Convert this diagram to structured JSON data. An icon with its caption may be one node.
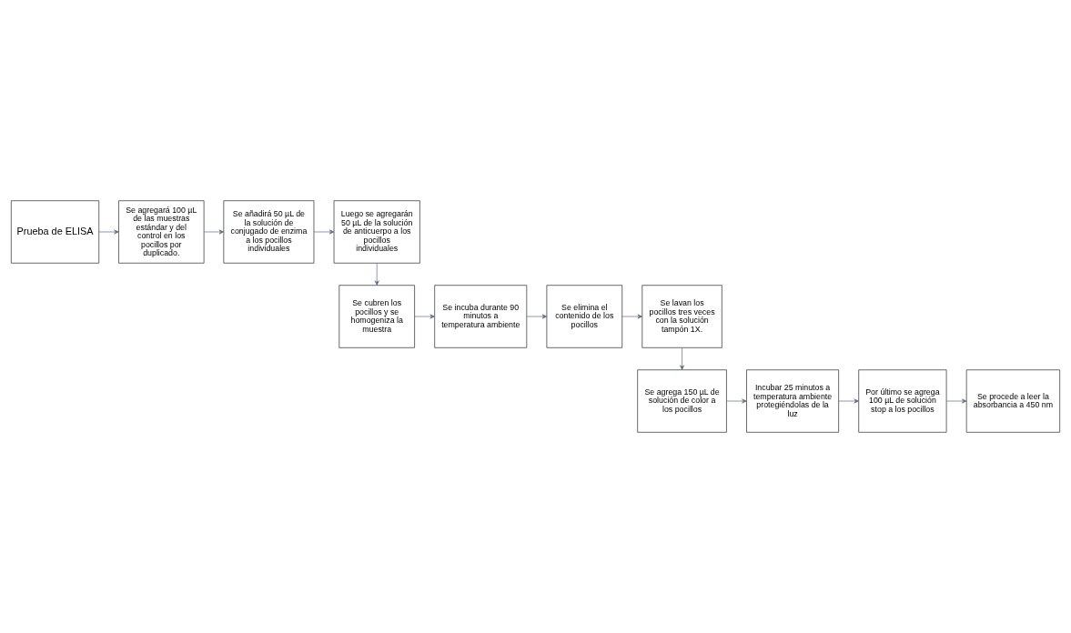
{
  "diagram": {
    "nodes": [
      {
        "text": [
          "Prueba de ELISA"
        ]
      },
      {
        "text": [
          "Se agregará 100 µL de las muestras estándar y del control en los pocillos por duplicado."
        ]
      },
      {
        "text": [
          "Se añadirá 50 µL de la solución de conjugado de enzima a los pocillos individuales"
        ]
      },
      {
        "text": [
          "Luego se agregarán 50 µL de la solución de anticuerpo a los pocillos individuales"
        ]
      },
      {
        "text": [
          "Se cubren los pocillos y se homogeniza la muestra"
        ]
      },
      {
        "text": [
          "Se incuba durante 90 minutos a temperatura ambiente"
        ]
      },
      {
        "text": [
          "Se elimina el contenido de los pocillos"
        ]
      },
      {
        "text": [
          "Se lavan los pocillos tres veces con la solución tampón 1X."
        ]
      },
      {
        "text": [
          "Se agrega 150 µL de solución de color a los pocillos"
        ]
      },
      {
        "text": [
          "Incubar 25 minutos a temperatura ambiente protegiéndolas de la luz"
        ]
      },
      {
        "text": [
          "Por último se agrega 100 µL de solución stop a los pocillos"
        ]
      },
      {
        "text": [
          "Se procede a leer la absorbancia a 450 nm"
        ]
      }
    ],
    "edges": [
      {
        "from": 0,
        "to": 1,
        "arrow": "to"
      },
      {
        "from": 1,
        "to": 2,
        "arrow": "to"
      },
      {
        "from": 2,
        "to": 3,
        "arrow": "to"
      },
      {
        "from": 3,
        "to": 4,
        "arrow": "to"
      },
      {
        "from": 4,
        "to": 5,
        "arrow": "to"
      },
      {
        "from": 5,
        "to": 6,
        "arrow": "to"
      },
      {
        "from": 6,
        "to": 7,
        "arrow": "to"
      },
      {
        "from": 7,
        "to": 8,
        "arrow": "to"
      },
      {
        "from": 8,
        "to": 9,
        "arrow": "to"
      },
      {
        "from": 9,
        "to": 10,
        "arrow": "to"
      },
      {
        "from": 10,
        "to": 11,
        "arrow": "to"
      }
    ]
  }
}
